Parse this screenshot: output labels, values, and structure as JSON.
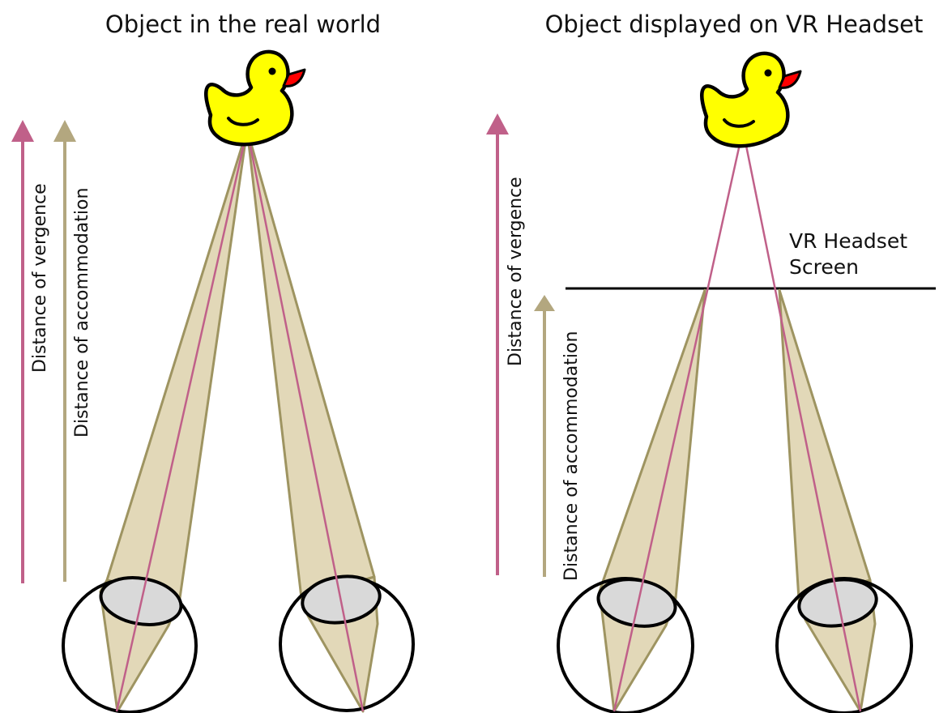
{
  "panels": [
    {
      "title": "Object in the real world"
    },
    {
      "title": "Object displayed on VR Headset"
    }
  ],
  "labels": {
    "vergence": "Distance of vergence",
    "accommodation": "Distance of accommodation",
    "screen_line1": "VR Headset",
    "screen_line2": "Screen"
  },
  "colors": {
    "vergence": "#c06089",
    "accommodation": "#b3a77f",
    "cone_fill": "#e2d8b8",
    "cone_stroke": "#9e9461",
    "lens_fill": "#d9d9d9",
    "duck_body": "#ffff00",
    "duck_beak": "#ff0000"
  },
  "icons": {
    "object": "rubber-duck-icon",
    "eye": "eye-icon"
  }
}
